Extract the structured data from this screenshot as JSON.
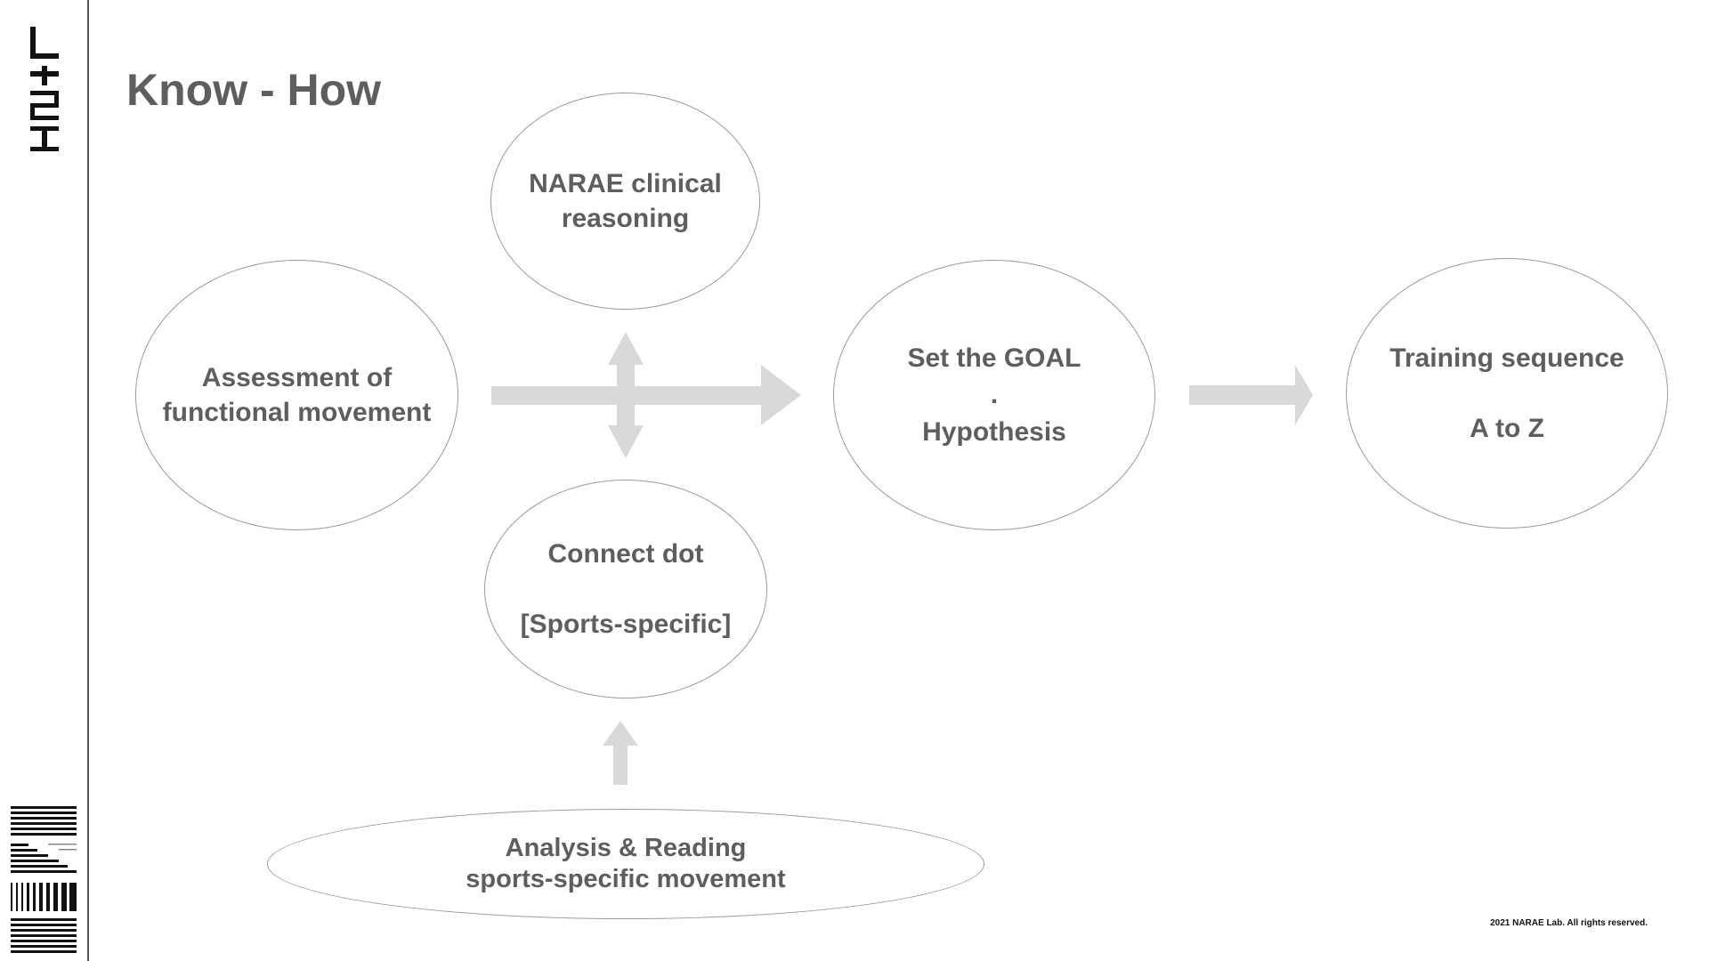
{
  "slide": {
    "title": "Know - How",
    "footer": "2021 NARAE Lab. All rights reserved."
  },
  "nodes": {
    "assessment": {
      "lines": [
        "Assessment of",
        "functional movement"
      ]
    },
    "reasoning": {
      "lines": [
        "NARAE clinical",
        "reasoning"
      ]
    },
    "connect": {
      "line1": "Connect dot",
      "line2": "[Sports-specific]"
    },
    "goal": {
      "line1": "Set the GOAL",
      "separator": ".",
      "line2": "Hypothesis"
    },
    "training": {
      "line1": "Training sequence",
      "line2": "A to Z"
    },
    "analysis": {
      "lines": [
        "Analysis & Reading",
        "sports-specific movement"
      ]
    }
  },
  "colors": {
    "text": "#5e5e5e",
    "arrow": "#d9d9d9",
    "node_border": "#9a9a9a",
    "sidebar_border": "#555555",
    "logo": "#111111"
  },
  "icons": {
    "logo_top": "brand-wordmark-icon",
    "logo_bottom": "barcode-stripes-icon"
  }
}
